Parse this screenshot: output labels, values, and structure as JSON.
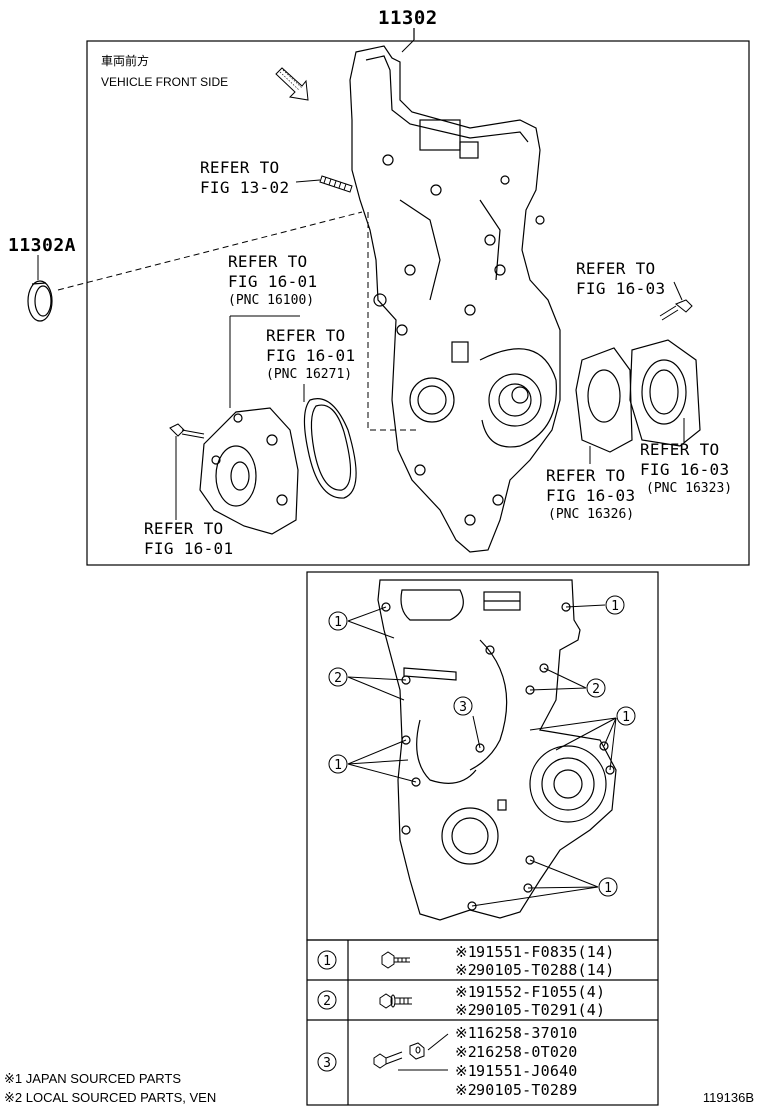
{
  "main_part_number": "11302",
  "seal_part_number": "11302A",
  "orientation": {
    "label_jp": "車両前方",
    "label_en": "VEHICLE FRONT SIDE"
  },
  "refer_labels": [
    {
      "id": "ref_13_02",
      "line1": "REFER TO",
      "line2": "FIG 13-02",
      "pnc": ""
    },
    {
      "id": "ref_16_01_pnc16100",
      "line1": "REFER TO",
      "line2": "FIG 16-01",
      "pnc": "(PNC 16100)"
    },
    {
      "id": "ref_16_01_pnc16271",
      "line1": "REFER TO",
      "line2": "FIG 16-01",
      "pnc": "(PNC 16271)"
    },
    {
      "id": "ref_16_01_bolt",
      "line1": "REFER TO",
      "line2": "FIG 16-01",
      "pnc": ""
    },
    {
      "id": "ref_16_03_bolt",
      "line1": "REFER TO",
      "line2": "FIG 16-03",
      "pnc": ""
    },
    {
      "id": "ref_16_03_pnc16323",
      "line1": "REFER TO",
      "line2": "FIG 16-03",
      "pnc": "(PNC 16323)"
    },
    {
      "id": "ref_16_03_pnc16326",
      "line1": "REFER TO",
      "line2": "FIG 16-03",
      "pnc": "(PNC 16326)"
    }
  ],
  "callouts": [
    "1",
    "2",
    "3"
  ],
  "fastener_table": [
    {
      "callout": "1",
      "parts": [
        {
          "mark": "※1",
          "number": "91551-F0835(14)"
        },
        {
          "mark": "※2",
          "number": "90105-T0288(14)"
        }
      ]
    },
    {
      "callout": "2",
      "parts": [
        {
          "mark": "※1",
          "number": "91552-F1055(4)"
        },
        {
          "mark": "※2",
          "number": "90105-T0291(4)"
        }
      ]
    },
    {
      "callout": "3",
      "parts": [
        {
          "mark": "※1",
          "number": "16258-37010"
        },
        {
          "mark": "※2",
          "number": "16258-0T020"
        },
        {
          "mark": "※1",
          "number": "91551-J0640"
        },
        {
          "mark": "※2",
          "number": "90105-T0289"
        }
      ]
    }
  ],
  "footnotes": [
    "※1 JAPAN SOURCED PARTS",
    "※2 LOCAL SOURCED PARTS, VEN"
  ],
  "figure_id": "119136B"
}
